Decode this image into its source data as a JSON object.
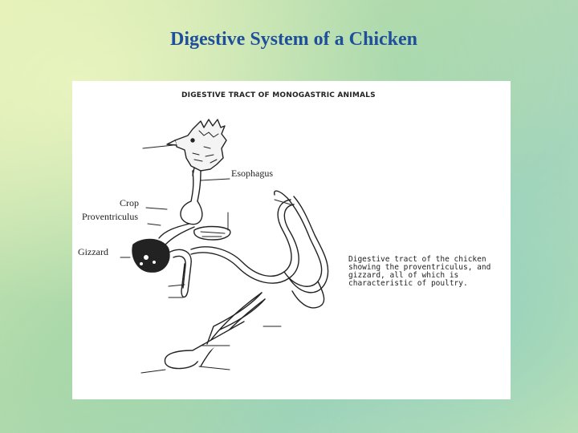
{
  "slide": {
    "title": "Digestive System of a Chicken"
  },
  "figure": {
    "heading": "DIGESTIVE TRACT OF MONOGASTRIC ANIMALS",
    "labels": {
      "esophagus": "Esophagus",
      "crop": "Crop",
      "proventriculus": "Proventriculus",
      "gizzard": "Gizzard"
    },
    "caption": "Digestive tract of the chicken showing the proventriculus, and gizzard, all of which is characteristic of poultry."
  }
}
